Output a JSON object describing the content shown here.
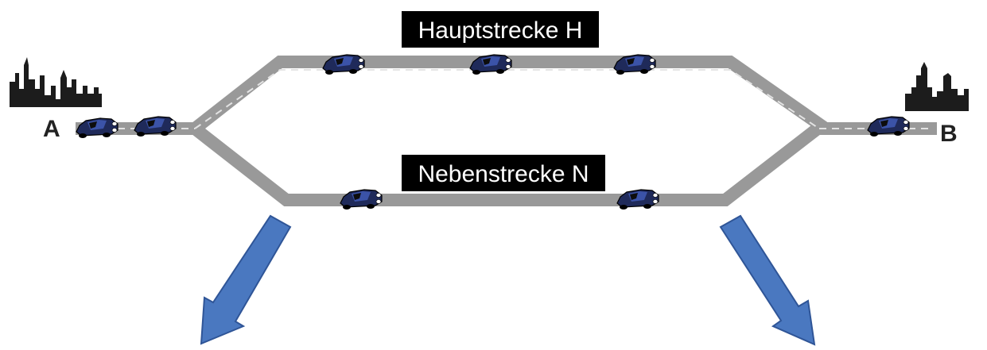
{
  "routes": {
    "main": {
      "label": "Hauptstrecke H"
    },
    "side": {
      "label": "Nebenstrecke N"
    }
  },
  "endpoints": {
    "start": {
      "label": "A"
    },
    "end": {
      "label": "B"
    }
  },
  "colors": {
    "road": "#999999",
    "lane_marking": "#e3e3e3",
    "label_background": "#000000",
    "label_text": "#ffffff",
    "arrow": "#4a78c0",
    "car": "#1f2a5a",
    "skyline": "#1c1c1c"
  },
  "icons": {
    "car": "car-icon",
    "city": "city-skyline-icon",
    "arrow": "down-arrow-icon"
  }
}
